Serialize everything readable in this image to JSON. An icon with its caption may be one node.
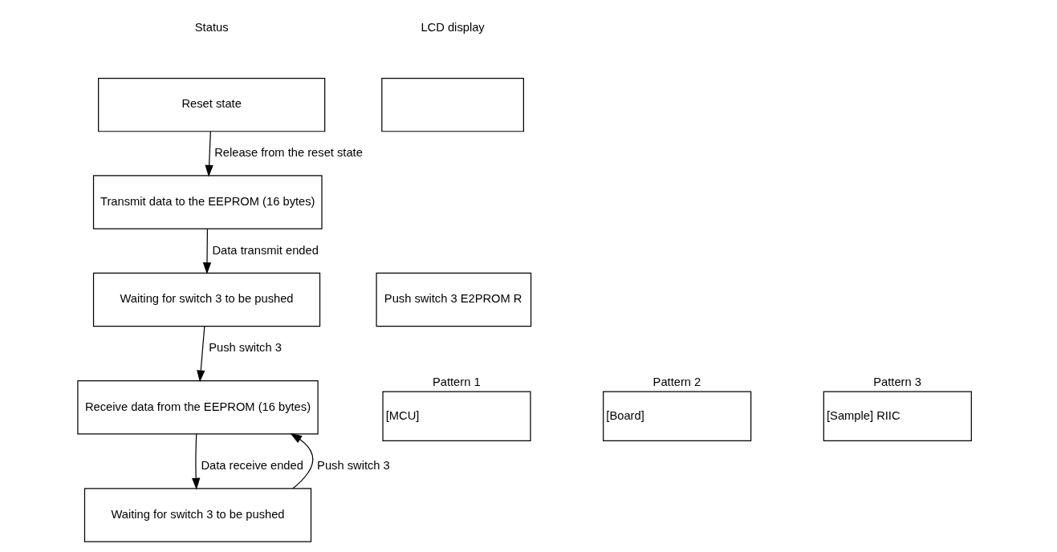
{
  "diagram": {
    "nodes": [
      {
        "text": [
          "Reset state"
        ]
      },
      {
        "text": [
          "Transmit data to the EEPROM (16 bytes)"
        ]
      },
      {
        "text": [
          "Waiting for switch 3 to be pushed"
        ]
      },
      {
        "text": [
          "Receive data from the EEPROM (16 bytes)"
        ]
      },
      {
        "text": [
          "Waiting for switch 3 to be pushed"
        ]
      },
      {
        "text": [],
        "shape": "box"
      },
      {
        "text": [
          "Push switch 3 E2PROM R"
        ]
      },
      {
        "text": [
          "Pattern 1",
          "[MCU]"
        ]
      },
      {
        "text": [
          "Pattern 2",
          "[Board]"
        ]
      },
      {
        "text": [
          "Pattern 3",
          "[Sample] RIIC"
        ]
      }
    ],
    "edges": [
      {
        "from": 0,
        "to": 1,
        "arrow": "to",
        "label": "Release from the reset state"
      },
      {
        "from": 1,
        "to": 2,
        "arrow": "to",
        "label": "Data transmit ended"
      },
      {
        "from": 2,
        "to": 3,
        "arrow": "to",
        "label": "Push switch 3"
      },
      {
        "from": 3,
        "to": 4,
        "arrow": "to",
        "label": "Data receive ended"
      },
      {
        "from": 4,
        "to": 3,
        "arrow": "to",
        "label": "Push switch 3"
      }
    ],
    "labels": [
      "Status",
      "LCD display"
    ]
  }
}
